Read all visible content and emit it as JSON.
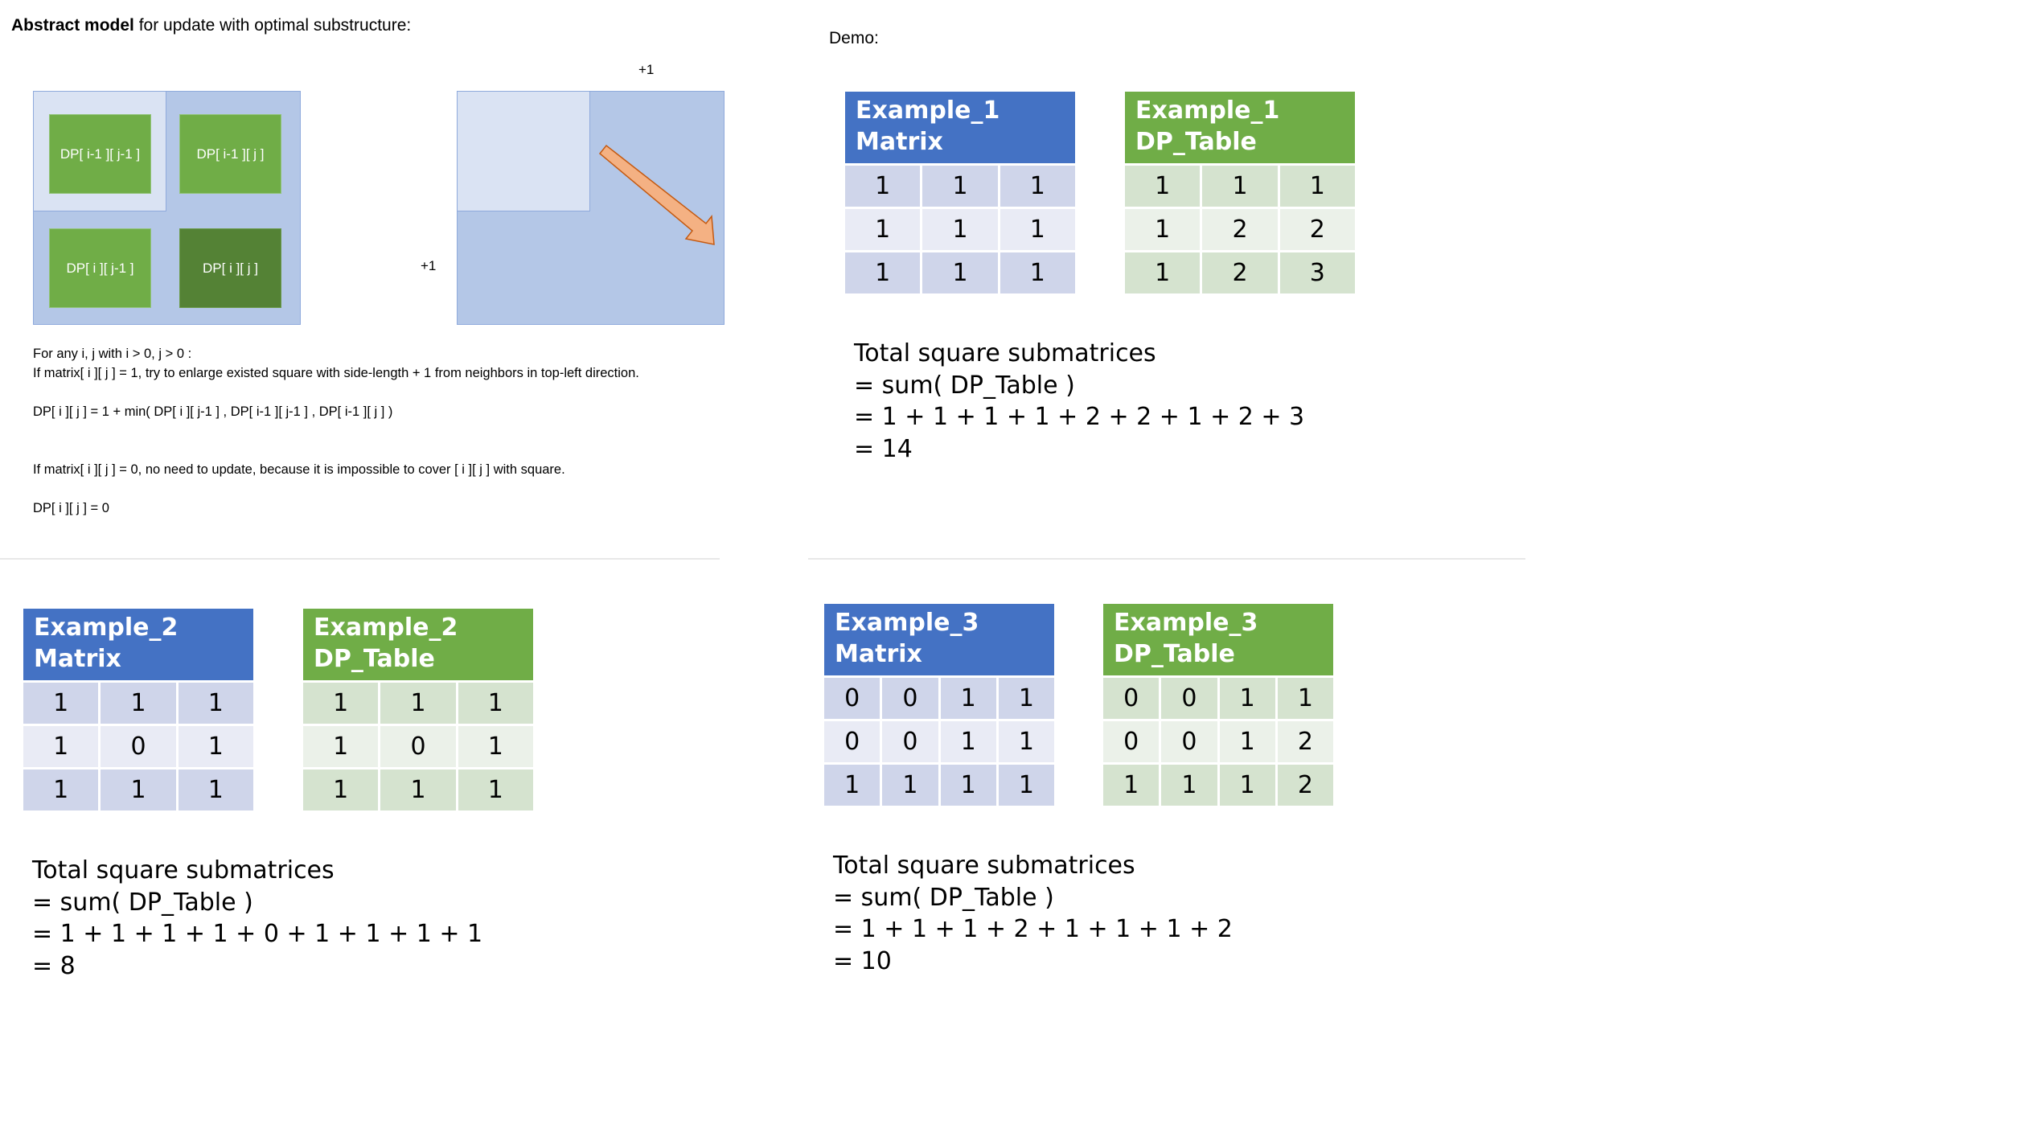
{
  "title": {
    "bold": "Abstract model",
    "rest": " for update with optimal substructure:"
  },
  "demo_label": "Demo:",
  "diagram": {
    "cells": {
      "top_left": "DP[ i-1 ][ j-1 ]",
      "top_right": "DP[ i-1 ][ j ]",
      "bottom_left": "DP[ i ][ j-1 ]",
      "bottom_right": "DP[ i ][ j ]"
    },
    "plus_top": "+1",
    "plus_left": "+1"
  },
  "notes": {
    "line1": "For any i, j with i > 0, j > 0 :",
    "line2": "If matrix[ i ][ j ] = 1, try to enlarge existed square with side-length + 1 from neighbors in top-left direction.",
    "line3": "DP[ i ][ j ] = 1 + min( DP[ i ][ j-1 ] , DP[ i-1 ][ j-1 ] , DP[ i-1 ][ j ] )",
    "line4": "If matrix[ i ][ j ] = 0, no need to update, because it is impossible to cover [ i ][ j ] with square.",
    "line5": "DP[ i ][ j ] = 0"
  },
  "examples": [
    {
      "matrix_title": [
        "Example_1",
        "Matrix"
      ],
      "dp_title": [
        "Example_1",
        "DP_Table"
      ],
      "matrix": [
        [
          "1",
          "1",
          "1"
        ],
        [
          "1",
          "1",
          "1"
        ],
        [
          "1",
          "1",
          "1"
        ]
      ],
      "dp": [
        [
          "1",
          "1",
          "1"
        ],
        [
          "1",
          "2",
          "2"
        ],
        [
          "1",
          "2",
          "3"
        ]
      ],
      "calc": [
        "Total square submatrices",
        "= sum( DP_Table )",
        "= 1 + 1 + 1 + 1 + 2 + 2 + 1 + 2 + 3",
        "= 14"
      ]
    },
    {
      "matrix_title": [
        "Example_2",
        "Matrix"
      ],
      "dp_title": [
        "Example_2",
        "DP_Table"
      ],
      "matrix": [
        [
          "1",
          "1",
          "1"
        ],
        [
          "1",
          "0",
          "1"
        ],
        [
          "1",
          "1",
          "1"
        ]
      ],
      "dp": [
        [
          "1",
          "1",
          "1"
        ],
        [
          "1",
          "0",
          "1"
        ],
        [
          "1",
          "1",
          "1"
        ]
      ],
      "calc": [
        "Total square submatrices",
        "= sum( DP_Table )",
        "= 1 + 1 + 1 + 1 + 0 + 1 + 1 + 1 + 1",
        "= 8"
      ]
    },
    {
      "matrix_title": [
        "Example_3",
        "Matrix"
      ],
      "dp_title": [
        "Example_3",
        "DP_Table"
      ],
      "matrix": [
        [
          "0",
          "0",
          "1",
          "1"
        ],
        [
          "0",
          "0",
          "1",
          "1"
        ],
        [
          "1",
          "1",
          "1",
          "1"
        ]
      ],
      "dp": [
        [
          "0",
          "0",
          "1",
          "1"
        ],
        [
          "0",
          "0",
          "1",
          "2"
        ],
        [
          "1",
          "1",
          "1",
          "2"
        ]
      ],
      "calc": [
        "Total square submatrices",
        "= sum( DP_Table )",
        "= 1 + 1 + 1 + 2 + 1 + 1 + 1 + 2",
        "= 10"
      ]
    }
  ],
  "colors": {
    "matrix_header": "#4472c4",
    "dp_header": "#70ad47",
    "arrow": "#f4b183"
  }
}
